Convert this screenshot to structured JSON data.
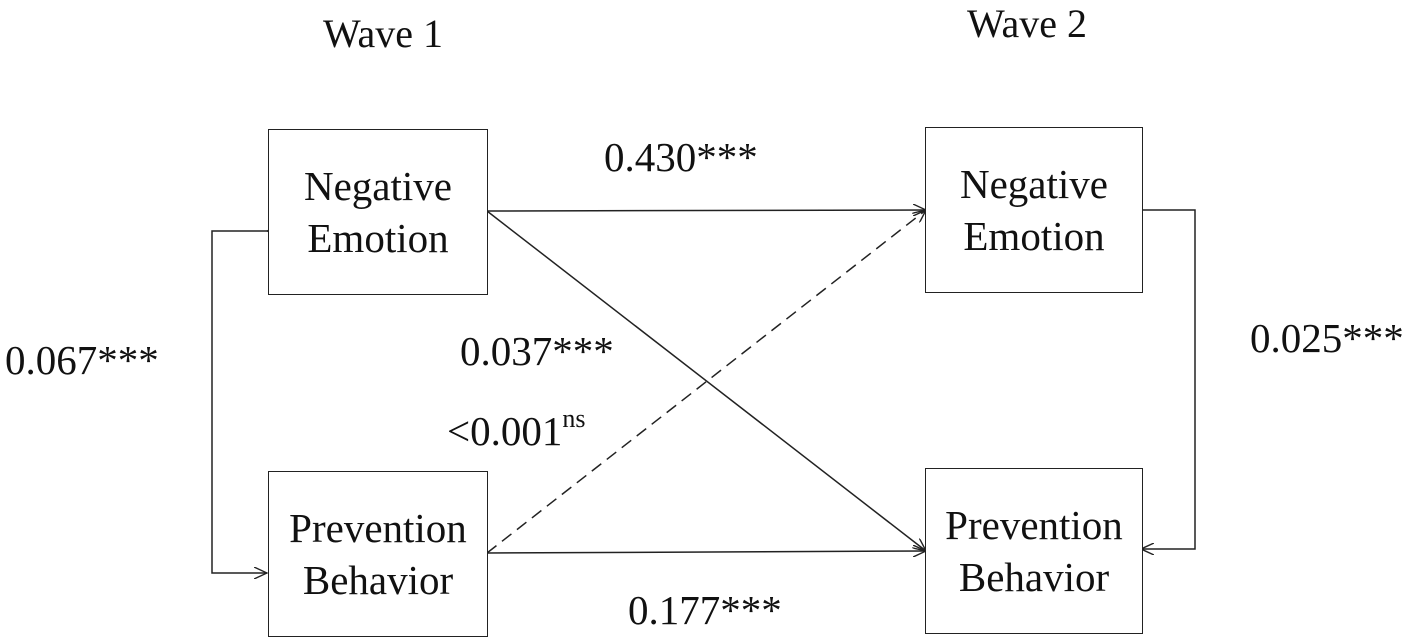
{
  "waves": {
    "w1": "Wave 1",
    "w2": "Wave 2"
  },
  "boxes": {
    "w1_neg": {
      "line1": "Negative",
      "line2": "Emotion"
    },
    "w1_prev": {
      "line1": "Prevention",
      "line2": "Behavior"
    },
    "w2_neg": {
      "line1": "Negative",
      "line2": "Emotion"
    },
    "w2_prev": {
      "line1": "Prevention",
      "line2": "Behavior"
    }
  },
  "paths": {
    "neg_to_neg": {
      "value": "0.430***",
      "style": "solid"
    },
    "neg_to_prev": {
      "value": "0.037***",
      "style": "solid"
    },
    "prev_to_neg": {
      "value": "<0.001",
      "sup": "ns",
      "style": "dashed"
    },
    "prev_to_prev": {
      "value": "0.177***",
      "style": "solid"
    }
  },
  "covariances": {
    "wave1": {
      "value": "0.067***"
    },
    "wave2": {
      "value": "0.025***"
    }
  }
}
